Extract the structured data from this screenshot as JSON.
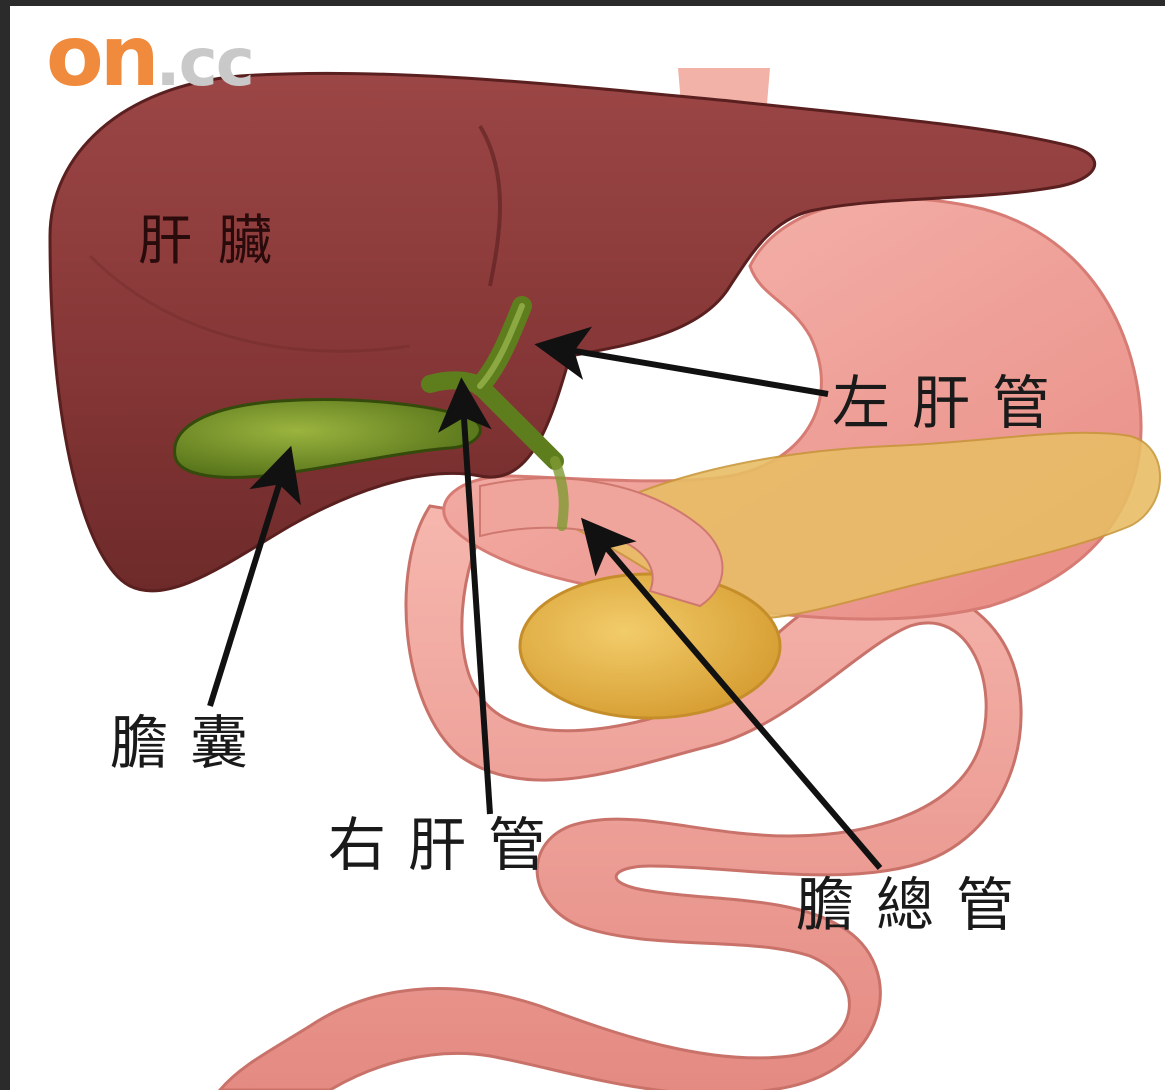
{
  "logo": {
    "main": "on",
    "suffix": ".cc"
  },
  "labels": {
    "liver": "肝臟",
    "gallbladder": "膽囊",
    "left_hepatic_duct": "左肝管",
    "right_hepatic_duct": "右肝管",
    "common_bile_duct": "膽總管"
  },
  "colors": {
    "liver": "#8e3b3b",
    "stomach": "#ef9f98",
    "gallbladder": "#5e7e1e",
    "pancreas": "#e2b04a",
    "intestine": "#f0a39a",
    "logo_orange": "#f08a3c"
  }
}
